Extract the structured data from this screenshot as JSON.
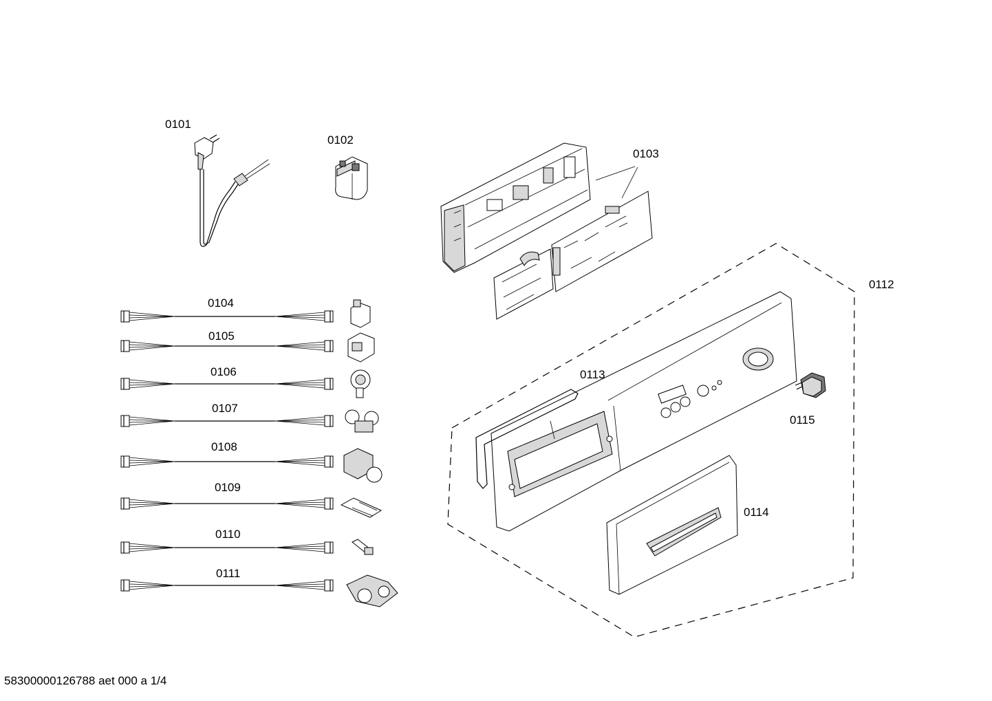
{
  "labels": {
    "p0101": "0101",
    "p0102": "0102",
    "p0103": "0103",
    "p0104": "0104",
    "p0105": "0105",
    "p0106": "0106",
    "p0107": "0107",
    "p0108": "0108",
    "p0109": "0109",
    "p0110": "0110",
    "p0111": "0111",
    "p0112": "0112",
    "p0113": "0113",
    "p0114": "0114",
    "p0115": "0115"
  },
  "footer": "58300000126788 aet 000 a 1/4"
}
